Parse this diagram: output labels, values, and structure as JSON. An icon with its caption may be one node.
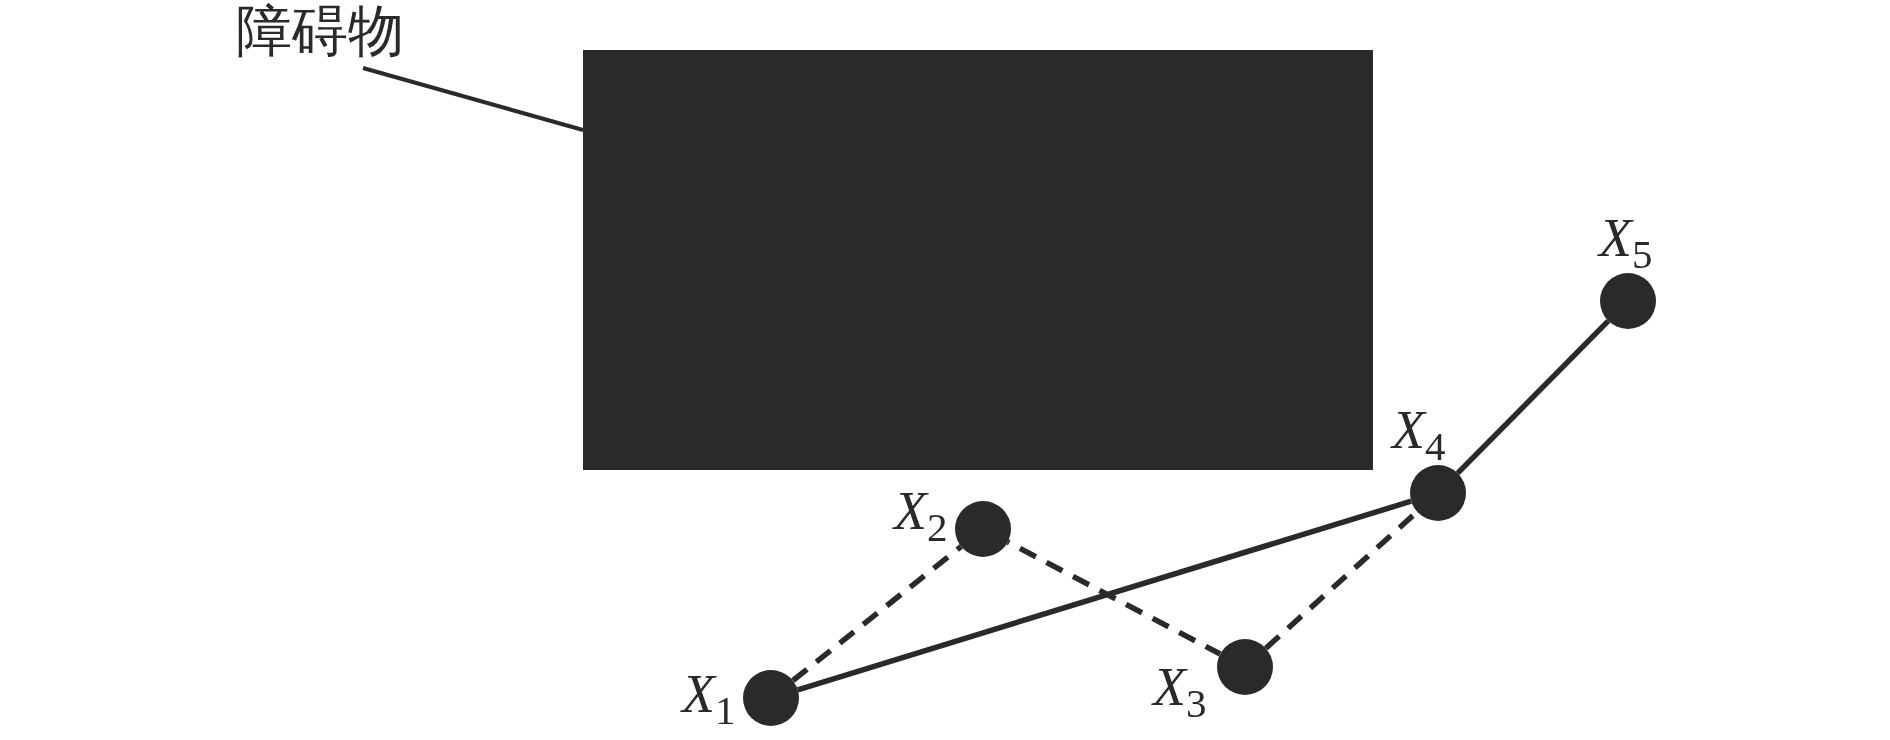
{
  "diagram": {
    "nodes": [
      {
        "text": [
          "障碍物"
        ]
      },
      {
        "text": [],
        "shape": "box"
      },
      {
        "text": [],
        "shape": "circle",
        "beside": [
          "*X*$_{1}$"
        ]
      },
      {
        "text": [],
        "shape": "circle",
        "beside": [
          "*X*$_{2}$"
        ]
      },
      {
        "text": [],
        "shape": "circle",
        "beside": [
          "*X*$_{3}$"
        ]
      },
      {
        "text": [],
        "shape": "circle",
        "beside": [
          "*X*$_{4}$"
        ]
      },
      {
        "text": [],
        "shape": "circle",
        "beside": [
          "*X*$_{5}$"
        ]
      }
    ],
    "edges": [
      {
        "from": 0,
        "to": 1,
        "arrow": "none"
      },
      {
        "from": 2,
        "to": 5,
        "arrow": "none"
      },
      {
        "from": 5,
        "to": 6,
        "arrow": "none"
      },
      {
        "from": 2,
        "to": 3,
        "arrow": "none",
        "style": "dashed"
      },
      {
        "from": 3,
        "to": 4,
        "arrow": "none",
        "style": "dashed"
      },
      {
        "from": 4,
        "to": 5,
        "arrow": "none",
        "style": "dashed"
      }
    ]
  }
}
